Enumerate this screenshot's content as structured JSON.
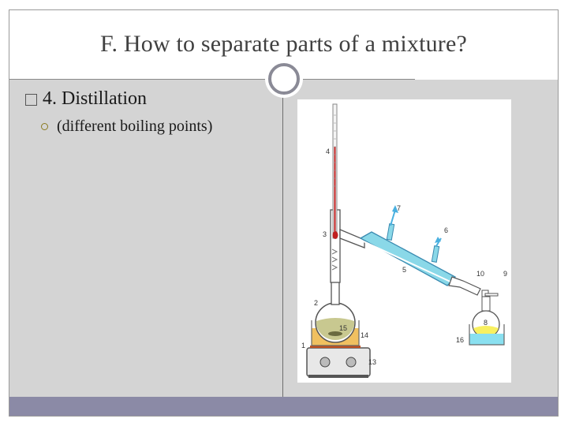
{
  "slide": {
    "title": "F.  How to separate parts of a mixture?",
    "bullet_level1": "4.  Distillation",
    "bullet_level2": "(different boiling points)"
  },
  "diagram": {
    "labels": [
      "1",
      "2",
      "3",
      "4",
      "5",
      "6",
      "7",
      "8",
      "9",
      "10",
      "13",
      "14",
      "15",
      "16"
    ]
  },
  "colors": {
    "title_text": "#404040",
    "content_background": "#d4d4d4",
    "footer_bar": "#8b8aa6",
    "liquid_flask": "#c8c890",
    "hot_bath": "#f0c060",
    "condenser_water": "#8ad8e8",
    "receiver_liquid": "#f8f060",
    "cold_bath": "#8ae0f0"
  }
}
